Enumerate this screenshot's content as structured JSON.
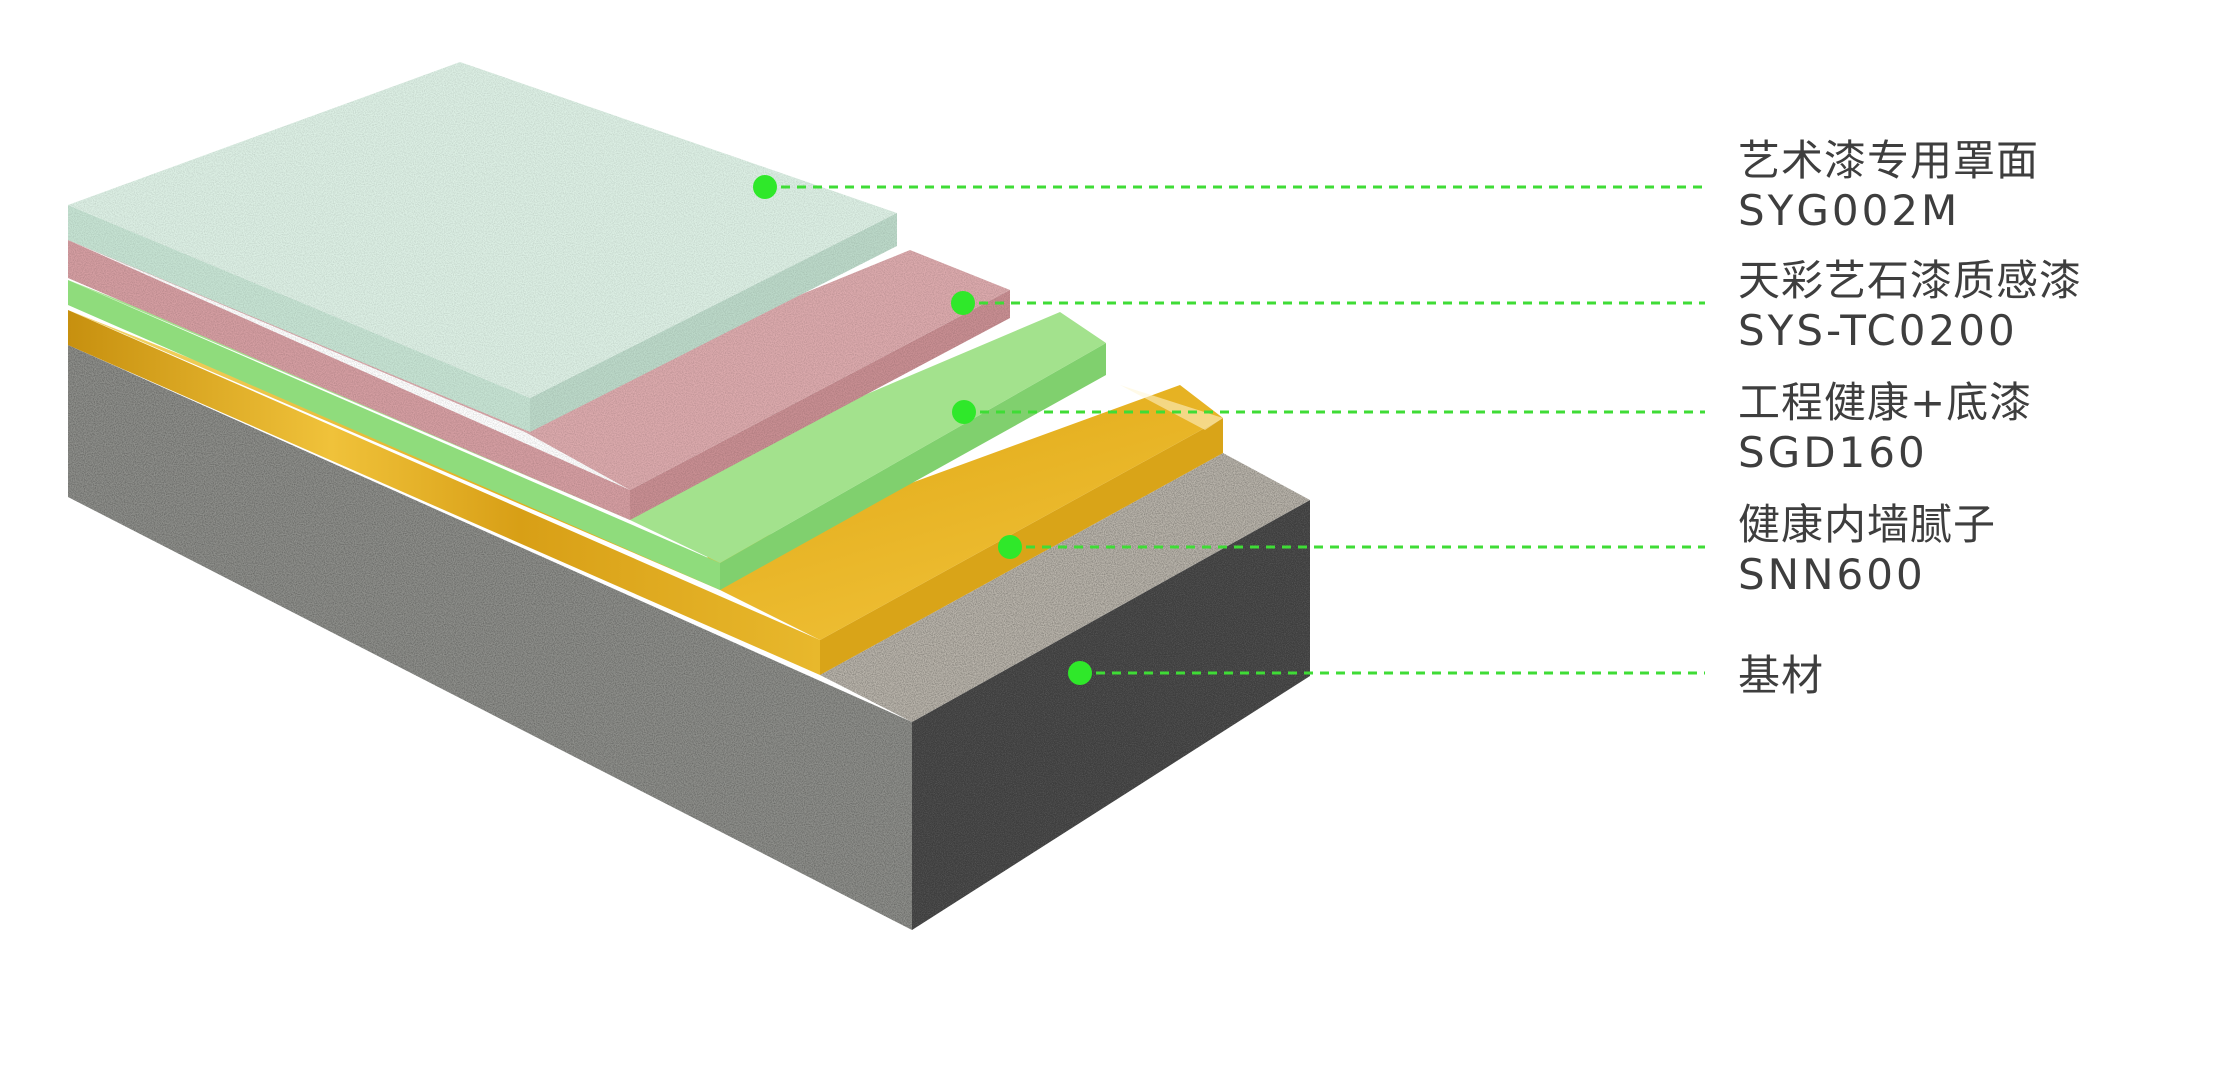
{
  "layers": [
    {
      "name": "艺术漆专用罩面",
      "code": "SYG002M"
    },
    {
      "name": "天彩艺石漆质感漆",
      "code": "SYS-TC0200"
    },
    {
      "name": "工程健康+底漆",
      "code": "SGD160"
    },
    {
      "name": "健康内墙腻子",
      "code": "SNN600"
    },
    {
      "name": "基材",
      "code": ""
    }
  ],
  "colors": {
    "leader": "#3fdc36",
    "dot": "#2fe82a",
    "topcoat": "#dcefe4",
    "texture_coat": "#d9a3a6",
    "primer": "#a3e28d",
    "putty": "#e5b21f",
    "substrate_top": "#b9b4ab",
    "substrate_front": "#8e8f8b",
    "substrate_side": "#3d3d3d",
    "text": "#3e3e3e"
  }
}
